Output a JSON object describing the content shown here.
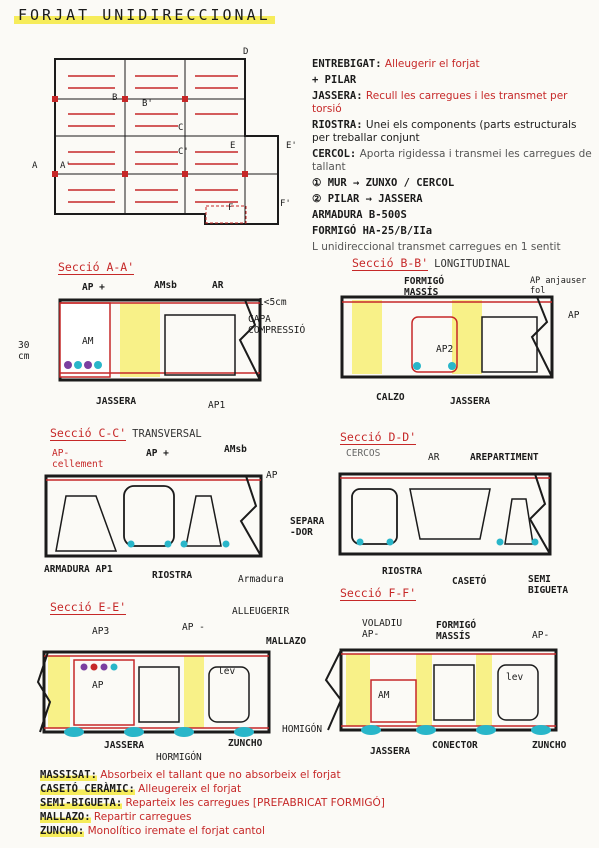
{
  "title": "FORJAT UNIDIRECCIONAL",
  "plan": {
    "letters": [
      "D",
      "B",
      "B'",
      "C",
      "C'",
      "A",
      "A'",
      "E",
      "E'",
      "F",
      "F'"
    ]
  },
  "legend": [
    {
      "key": "ENTREBIGAT:",
      "text": "Alleugerir el forjat",
      "color": "#c62828"
    },
    {
      "key": "+ PILAR",
      "text": "",
      "color": "#1b1b1b"
    },
    {
      "key": "JASSERA:",
      "text": "Recull les carregues i les transmet per torsió",
      "color": "#c62828"
    },
    {
      "key": "RIOSTRA:",
      "text": "Unei els components (parts estructurals per treballar conjunt",
      "color": "#1b1b1b"
    },
    {
      "key": "CERCOL:",
      "text": "Aporta rigidessa i transmei les carregues de tallant",
      "color": "#1b1b1b"
    },
    {
      "key": "① MUR → ZUNXO / CERCOL",
      "text": "",
      "color": "#1b1b1b"
    },
    {
      "key": "② PILAR → JASSERA",
      "text": "",
      "color": "#1b1b1b"
    },
    {
      "key": "ARMADURA B-500S",
      "text": "",
      "color": "#1b1b1b"
    },
    {
      "key": "FORMIGÓ HA-25/B/IIa",
      "text": "",
      "color": "#1b1b1b"
    },
    {
      "key": "",
      "text": "L unidireccional transmet carregues en 1 sentit",
      "color": "#555555"
    }
  ],
  "sections": {
    "aa": {
      "title": "Secció A-A'",
      "extra": "",
      "labels": [
        "AP +",
        "AMsb",
        "AR",
        "1<5cm",
        "CAPA COMPRESSIÓ",
        "30 cm",
        "AM",
        "JASSERA",
        "AP1"
      ]
    },
    "bb": {
      "title": "Secció B-B'",
      "extra": "LONGITUDINAL",
      "labels": [
        "FORMIGÓ MASSÍS",
        "AP anjauser fol",
        "AP",
        "AP2",
        "CALZO",
        "JASSERA"
      ]
    },
    "cc": {
      "title": "Secció C-C'",
      "extra": "TRANSVERSAL",
      "labels": [
        "AP- cellement",
        "AP +",
        "AMsb",
        "AP",
        "ARMADURA AP1",
        "RIOSTRA",
        "Armadura"
      ]
    },
    "dd": {
      "title": "Secció D-D'",
      "extra": "",
      "labels": [
        "CERCOS",
        "AR",
        "AREPARTIMENT",
        "SEPARA -DOR",
        "RIOSTRA",
        "CASETÓ",
        "SEMI BIGUETA"
      ]
    },
    "ee": {
      "title": "Secció E-E'",
      "extra": "",
      "labels": [
        "AP3",
        "AP -",
        "ALLEUGERIR",
        "MALLAZO",
        "AP",
        "lev",
        "JASSERA",
        "ZUNCHO",
        "HORMIGÓN"
      ]
    },
    "ff": {
      "title": "Secció F-F'",
      "extra": "",
      "labels": [
        "VOLADIU AP-",
        "FORMIGÓ MASSÍS",
        "AP-",
        "AM",
        "lev",
        "HOMIGÓN",
        "JASSERA",
        "CONECTOR",
        "ZUNCHO"
      ]
    }
  },
  "notes": [
    {
      "key": "MASSISAT:",
      "text": "Absorbeix el tallant que no absorbeix el forjat"
    },
    {
      "key": "CASETÓ CERÀMIC:",
      "text": "Alleugereix el forjat"
    },
    {
      "key": "SEMI-BIGUETA:",
      "text": "Reparteix les carregues [PREFABRICAT FORMIGÓ]"
    },
    {
      "key": "MALLAZO:",
      "text": "Repartir carregues"
    },
    {
      "key": "ZUNCHO:",
      "text": "Monolítico iremate el forjat cantol"
    }
  ],
  "colors": {
    "red": "#c62828",
    "yellow": "#f6ec5a",
    "cyan": "#29b6c9",
    "purple": "#7b3fa0"
  }
}
